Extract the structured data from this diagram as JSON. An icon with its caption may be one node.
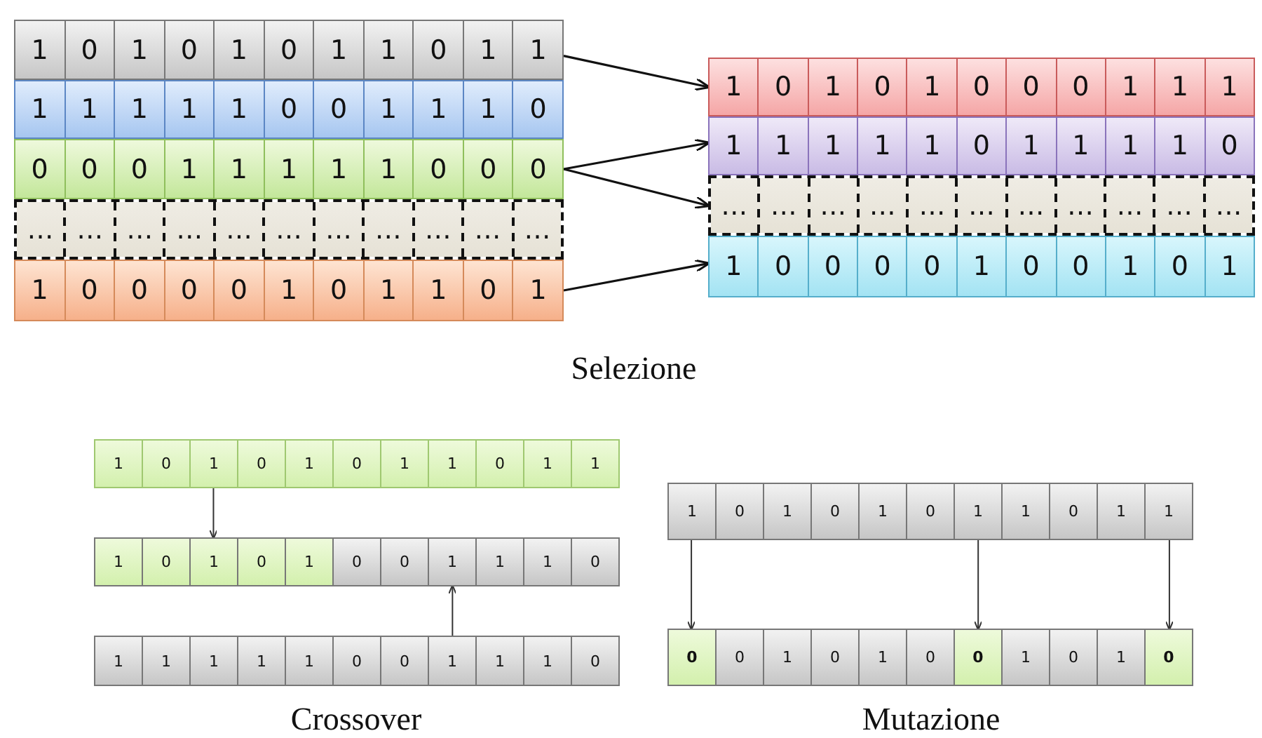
{
  "diagram": {
    "nodes": [
      {
        "text": [
          "1",
          "0",
          "1",
          "0",
          "1",
          "0",
          "1",
          "1",
          "0",
          "1",
          "1"
        ]
      },
      {
        "text": [
          "1",
          "1",
          "1",
          "1",
          "1",
          "0",
          "0",
          "1",
          "1",
          "1",
          "0"
        ]
      },
      {
        "text": [
          "0",
          "0",
          "0",
          "1",
          "1",
          "1",
          "1",
          "1",
          "0",
          "0",
          "0"
        ]
      },
      {
        "text": [
          "…",
          "…",
          "…",
          "…",
          "…",
          "…",
          "…",
          "…",
          "…",
          "…",
          "…"
        ]
      },
      {
        "text": [
          "1",
          "0",
          "0",
          "0",
          "0",
          "1",
          "0",
          "1",
          "1",
          "0",
          "1"
        ]
      },
      {
        "text": [
          "1",
          "0",
          "1",
          "0",
          "1",
          "0",
          "0",
          "0",
          "1",
          "1",
          "1"
        ]
      },
      {
        "text": [
          "1",
          "1",
          "1",
          "1",
          "1",
          "0",
          "1",
          "1",
          "1",
          "1",
          "0"
        ]
      },
      {
        "text": [
          "…",
          "…",
          "…",
          "…",
          "…",
          "…",
          "…",
          "…",
          "…",
          "…",
          "…"
        ]
      },
      {
        "text": [
          "1",
          "0",
          "0",
          "0",
          "0",
          "1",
          "0",
          "0",
          "1",
          "0",
          "1"
        ]
      },
      {
        "text": [
          "1",
          "0",
          "1",
          "0",
          "1",
          "0",
          "1",
          "1",
          "0",
          "1",
          "1"
        ]
      },
      {
        "text": [
          "1",
          "0",
          "1",
          "0",
          "1",
          "0",
          "0",
          "1",
          "1",
          "1",
          "0"
        ]
      },
      {
        "text": [
          "1",
          "1",
          "1",
          "1",
          "1",
          "0",
          "0",
          "1",
          "1",
          "1",
          "0"
        ]
      },
      {
        "text": [
          "1",
          "0",
          "1",
          "0",
          "1",
          "0",
          "1",
          "1",
          "0",
          "1",
          "1"
        ]
      },
      {
        "text": [
          "0",
          "0",
          "1",
          "0",
          "1",
          "0",
          "0",
          "1",
          "0",
          "1",
          "0"
        ]
      }
    ],
    "edges": [
      {
        "from": 0,
        "to": 5,
        "arrow": "to"
      },
      {
        "from": 2,
        "to": 6,
        "arrow": "to"
      },
      {
        "from": 2,
        "to": 7,
        "arrow": "to"
      },
      {
        "from": 4,
        "to": 8,
        "arrow": "to"
      },
      {
        "from": 9,
        "to": 10,
        "arrow": "to"
      },
      {
        "from": 11,
        "to": 10,
        "arrow": "to"
      },
      {
        "from": 12,
        "to": 13,
        "arrow": "to"
      },
      {
        "from": 12,
        "to": 13,
        "arrow": "to"
      },
      {
        "from": 12,
        "to": 13,
        "arrow": "to"
      }
    ],
    "labels": [
      "Selezione",
      "Crossover",
      "Mutazione"
    ]
  }
}
